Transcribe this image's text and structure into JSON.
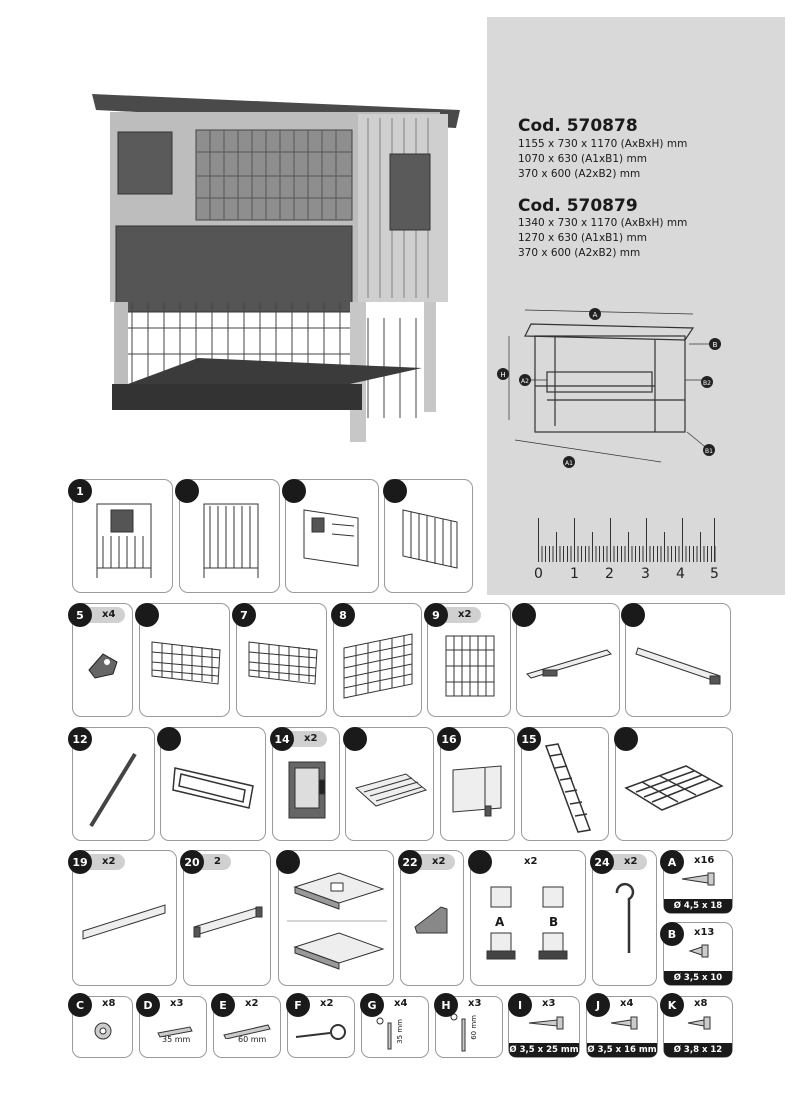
{
  "spec": {
    "models": [
      {
        "code": "Cod. 570878",
        "lines": [
          "1155 x 730 x 1170 (AxBxH) mm",
          "1070 x 630 (A1xB1) mm",
          "370 x 600 (A2xB2) mm"
        ]
      },
      {
        "code": "Cod. 570879",
        "lines": [
          "1340 x 730 x 1170 (AxBxH) mm",
          "1270 x 630 (A1xB1) mm",
          "370 x 600 (A2xB2) mm"
        ]
      }
    ],
    "diagram_labels": {
      "a": "A",
      "b": "B",
      "h": "H",
      "a2": "A2",
      "b2": "B2",
      "a1": "A1",
      "b1": "B1"
    },
    "ruler": [
      "0",
      "1",
      "2",
      "3",
      "4",
      "5"
    ]
  },
  "parts": {
    "p1": {
      "num": "1",
      "qty": ""
    },
    "p2": {
      "num": "",
      "qty": ""
    },
    "p3": {
      "num": "",
      "qty": ""
    },
    "p4": {
      "num": "",
      "qty": ""
    },
    "p5": {
      "num": "5",
      "qty": "x4"
    },
    "p6": {
      "num": "",
      "qty": ""
    },
    "p7": {
      "num": "7",
      "qty": ""
    },
    "p8": {
      "num": "8",
      "qty": ""
    },
    "p9": {
      "num": "9",
      "qty": "x2"
    },
    "p10": {
      "num": "",
      "qty": ""
    },
    "p11": {
      "num": "",
      "qty": ""
    },
    "p12": {
      "num": "12",
      "qty": ""
    },
    "p13": {
      "num": "",
      "qty": ""
    },
    "p14": {
      "num": "14",
      "qty": "x2"
    },
    "p15": {
      "num": "",
      "qty": ""
    },
    "p16": {
      "num": "16",
      "qty": ""
    },
    "p17": {
      "num": "15",
      "qty": ""
    },
    "p18": {
      "num": "",
      "qty": ""
    },
    "p19": {
      "num": "19",
      "qty": "x2"
    },
    "p20": {
      "num": "20",
      "qty": "2"
    },
    "p21": {
      "num": "",
      "qty": ""
    },
    "p22": {
      "num": "22",
      "qty": "x2"
    },
    "p23": {
      "num": "",
      "qty": "x2",
      "sub_a": "A",
      "sub_b": "B"
    },
    "p24": {
      "num": "24",
      "qty": "x2"
    }
  },
  "hardware": {
    "A": {
      "letter": "A",
      "qty": "x16",
      "size": "Ø 4,5 x 18 mm"
    },
    "B": {
      "letter": "B",
      "qty": "x13",
      "size": "Ø 3,5 x 10 mm"
    },
    "C": {
      "letter": "C",
      "qty": "x8"
    },
    "D": {
      "letter": "D",
      "qty": "x3",
      "size": "35 mm"
    },
    "E": {
      "letter": "E",
      "qty": "x2",
      "size": "60 mm"
    },
    "F": {
      "letter": "F",
      "qty": "x2"
    },
    "G": {
      "letter": "G",
      "qty": "x4",
      "size": "35 mm"
    },
    "H": {
      "letter": "H",
      "qty": "x3",
      "size": "60 mm"
    },
    "I": {
      "letter": "I",
      "qty": "x3",
      "size": "Ø 3,5 x 25 mm"
    },
    "J": {
      "letter": "J",
      "qty": "x4",
      "size": "Ø 3,5 x 16 mm"
    },
    "K": {
      "letter": "K",
      "qty": "x8",
      "size": "Ø 3,8 x 12 mm"
    }
  }
}
